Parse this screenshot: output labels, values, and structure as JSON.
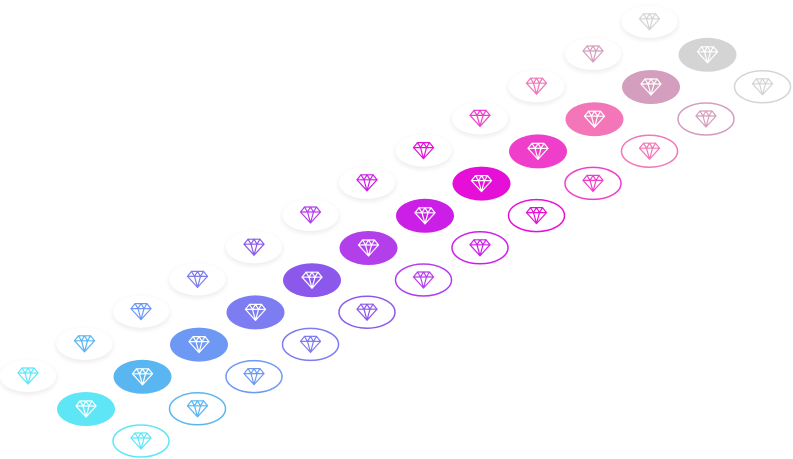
{
  "icon": "diamond-icon",
  "palette": [
    "#5ee6f7",
    "#5ab6f1",
    "#6d98f3",
    "#7d7cf1",
    "#8c58ec",
    "#b23fea",
    "#cb1fe7",
    "#e60fd7",
    "#ef3ec9",
    "#f276b8",
    "#d49ebe",
    "#d4d4d4"
  ],
  "rows": [
    {
      "style": "plain"
    },
    {
      "style": "filled"
    },
    {
      "style": "outline"
    }
  ]
}
